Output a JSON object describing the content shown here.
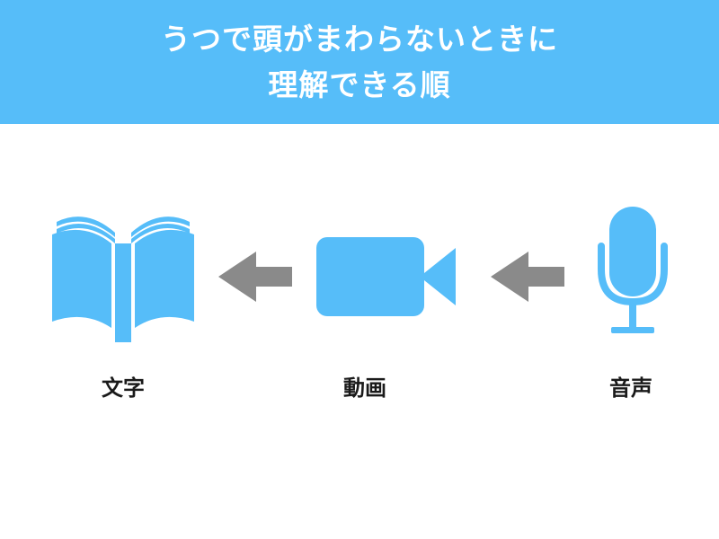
{
  "title": {
    "line1": "うつで頭がまわらないときに",
    "line2": "理解できる順"
  },
  "items": [
    {
      "label": "文字",
      "icon": "book-icon"
    },
    {
      "label": "動画",
      "icon": "video-camera-icon"
    },
    {
      "label": "音声",
      "icon": "microphone-icon"
    }
  ],
  "colors": {
    "header_bg": "#56bdf9",
    "icon": "#56bdf9",
    "arrow": "#8a8a8a",
    "label_text": "#1a1a1a"
  }
}
